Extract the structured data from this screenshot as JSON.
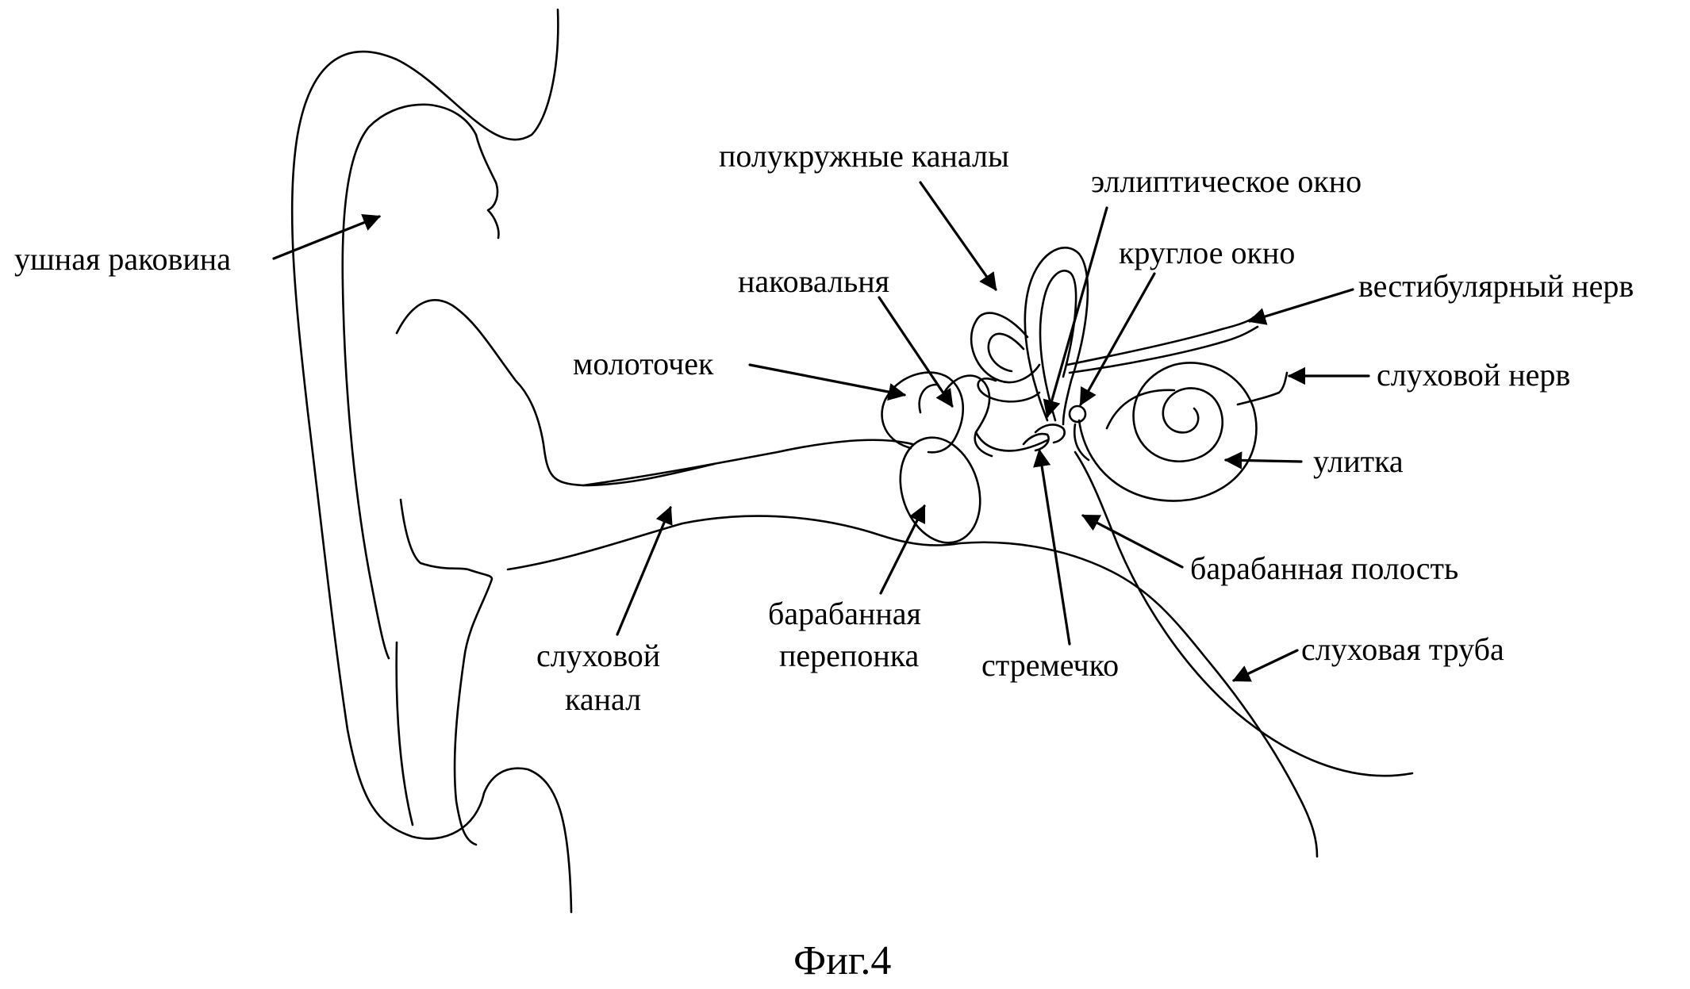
{
  "labels": {
    "pinna": "ушная раковина",
    "ear_canal_line1": "слуховой",
    "ear_canal_line2": "канал",
    "malleus": "молоточек",
    "incus": "наковальня",
    "semicircular_canals": "полукружные каналы",
    "oval_window": "эллиптическое окно",
    "round_window": "круглое окно",
    "vestibular_nerve": "вестибулярный нерв",
    "auditory_nerve": "слуховой нерв",
    "cochlea": "улитка",
    "tympanic_cavity": "барабанная полость",
    "eustachian_tube": "слуховая труба",
    "eardrum_line1": "барабанная",
    "eardrum_line2": "перепонка",
    "stapes": "стремечко"
  },
  "caption": "Фиг.4"
}
